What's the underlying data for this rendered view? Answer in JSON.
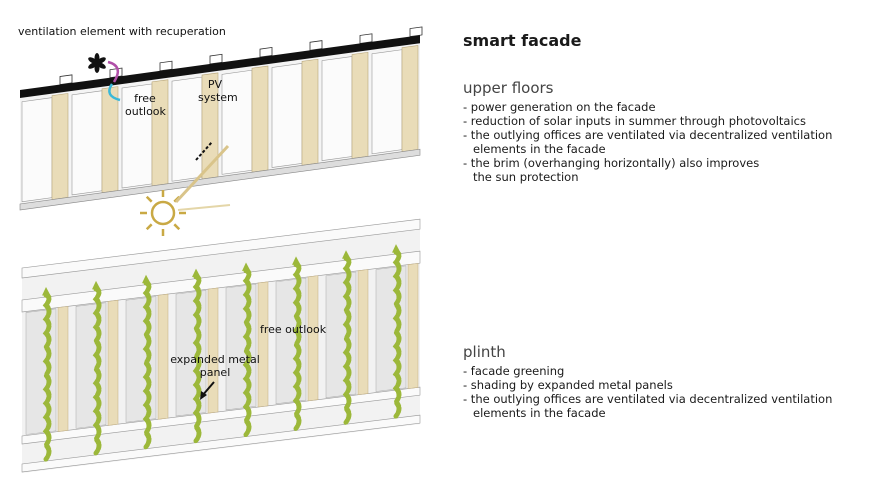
{
  "title": "smart facade",
  "illustration": {
    "labels": {
      "ventilation": "ventilation element with recuperation",
      "free_outlook_upper": "free outlook",
      "pv_system": "PV system",
      "free_outlook_lower": "free outlook",
      "expanded_metal": "expanded metal panel"
    },
    "colors": {
      "pv": "#e9dcb8",
      "vine": "#9cb83a",
      "sun": "#c9a944",
      "vent_purple": "#b04fa8",
      "vent_cyan": "#3ab8d8"
    }
  },
  "upper_floors": {
    "heading": "upper floors",
    "items": [
      "- power generation on the facade",
      "- reduction of solar inputs in summer through photovoltaics",
      "- the outlying offices are ventilated via decentralized ventilation elements in the facade",
      "- the brim (overhanging horizontally) also improves the sun protection"
    ]
  },
  "plinth": {
    "heading": "plinth",
    "items": [
      "- facade greening",
      "- shading by expanded metal panels",
      "- the outlying offices are ventilated via decentralized ventilation elements in the facade"
    ]
  }
}
